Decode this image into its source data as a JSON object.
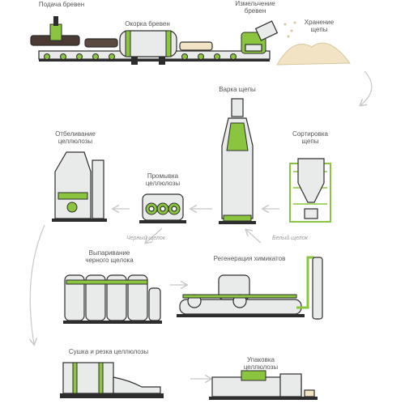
{
  "diagram": {
    "stages": {
      "log_feed": "Подача бревен",
      "debarking": "Окорка бревен",
      "chipping": "Измельчение бревен",
      "chip_storage": "Хранение щепы",
      "cooking": "Варка щепы",
      "screening": "Сортировка щепы",
      "bleaching": "Отбеливание целлюлозы",
      "washing": "Промывка целлюлозы",
      "evaporation": "Выпаривание черного щелока",
      "regeneration": "Регенерация химикатов",
      "drying": "Сушка и резка целлюлозы",
      "packing": "Упаковка целлюлозы"
    },
    "flows": {
      "black_liquor": "Черный щелок",
      "white_liquor": "Белый щелок"
    }
  },
  "colors": {
    "accent": "#8bc53f",
    "outline": "#2d2d2d",
    "equipment": "#e9ebea",
    "chips": "#f1e3c4"
  }
}
